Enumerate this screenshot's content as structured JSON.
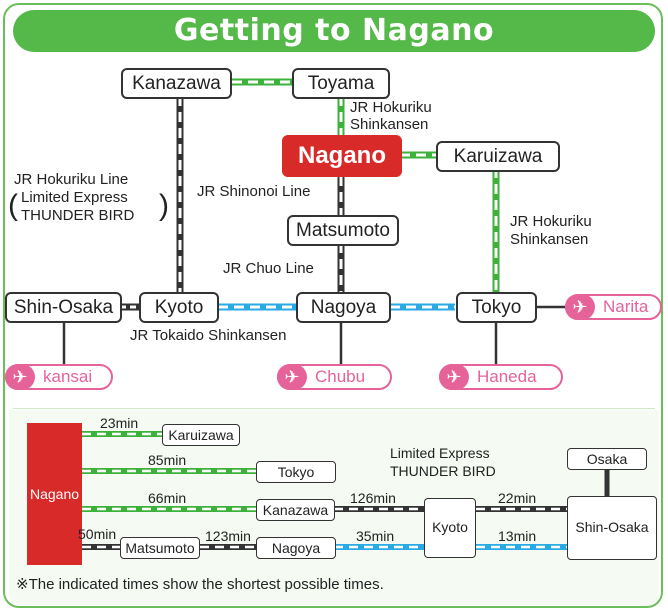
{
  "title": "Getting to Nagano",
  "map": {
    "stations": {
      "kanazawa": "Kanazawa",
      "toyama": "Toyama",
      "nagano": "Nagano",
      "karuizawa": "Karuizawa",
      "matsumoto": "Matsumoto",
      "shin_osaka": "Shin-Osaka",
      "kyoto": "Kyoto",
      "nagoya": "Nagoya",
      "tokyo": "Tokyo"
    },
    "lines": {
      "hokuriku_top_1": "JR Hokuriku",
      "hokuriku_top_2": "Shinkansen",
      "hokuriku_right_1": "JR Hokuriku",
      "hokuriku_right_2": "Shinkansen",
      "hokuriku_line_1": "JR Hokuriku Line",
      "hokuriku_line_2": "Limited Express",
      "hokuriku_line_3": "THUNDER BIRD",
      "shinonoi": "JR Shinonoi Line",
      "chuo": "JR Chuo Line",
      "tokaido": "JR Tokaido Shinkansen"
    },
    "airports": {
      "kansai": "kansai",
      "chubu": "Chubu",
      "haneda": "Haneda",
      "narita": "Narita"
    },
    "plane_icon": "✈"
  },
  "times": {
    "nagano": "Nagano",
    "karuizawa": "Karuizawa",
    "tokyo": "Tokyo",
    "kanazawa": "Kanazawa",
    "matsumoto": "Matsumoto",
    "nagoya": "Nagoya",
    "kyoto": "Kyoto",
    "osaka": "Osaka",
    "shin_osaka": "Shin-Osaka",
    "t_karuizawa": "23min",
    "t_tokyo": "85min",
    "t_kanazawa": "66min",
    "t_matsumoto": "50min",
    "t_nagoya": "123min",
    "t_kanazawa_kyoto": "126min",
    "t_nagoya_kyoto": "35min",
    "t_kyoto_shin_upper": "22min",
    "t_kyoto_shin_lower": "13min",
    "thunder_1": "Limited Express",
    "thunder_2": "THUNDER BIRD"
  },
  "footnote": "※The indicated times show the shortest possible times.",
  "colors": {
    "green": "#3db23a",
    "blue": "#29a9e6",
    "dark": "#333333",
    "red": "#d92a2a",
    "pink": "#e6639a",
    "title_green": "#55b94a"
  }
}
